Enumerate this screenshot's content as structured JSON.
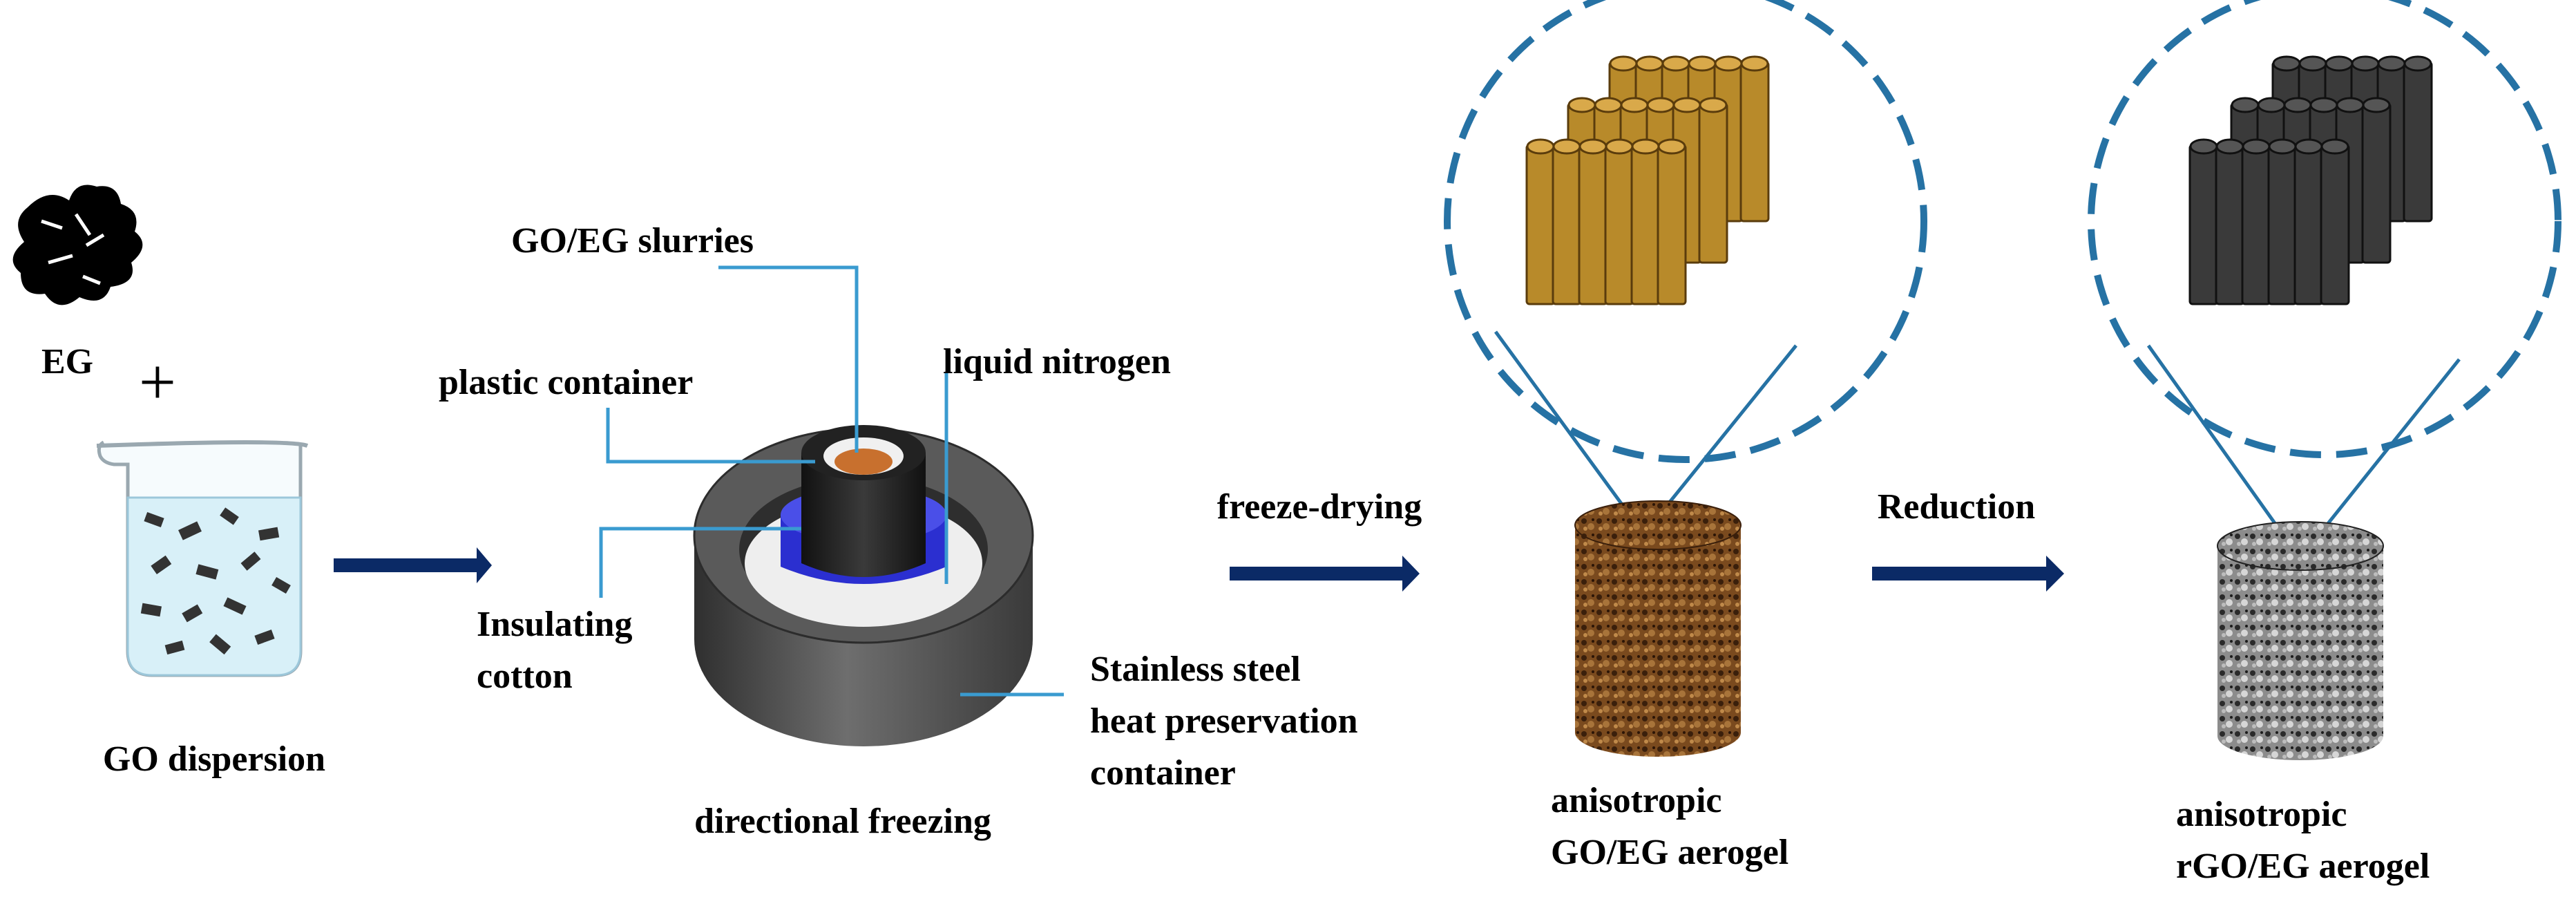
{
  "labels": {
    "eg": "EG",
    "plus": "+",
    "go_dispersion": "GO dispersion",
    "go_eg_slurries": "GO/EG slurries",
    "plastic_container": "plastic container",
    "liquid_nitrogen": "liquid nitrogen",
    "insulating_line1": "Insulating",
    "insulating_line2": "cotton",
    "steel_line1": "Stainless steel",
    "steel_line2": "heat preservation",
    "steel_line3": "container",
    "directional_freezing": "directional freezing",
    "freeze_drying": "freeze-drying",
    "reduction": "Reduction",
    "go_aerogel_line1": "anisotropic",
    "go_aerogel_line2": "GO/EG aerogel",
    "rgo_aerogel_line1": "anisotropic",
    "rgo_aerogel_line2": "rGO/EG aerogel"
  },
  "colors": {
    "arrow": "#0b2a66",
    "leader_line": "#3a9bd0",
    "dashed_circle": "#2672a4",
    "go_tubes": "#b88a2a",
    "rgo_tubes": "#333333",
    "go_aerogel": "#6b3d17",
    "rgo_aerogel": "#8a8a8a",
    "steel": "#4d4d4d",
    "insulating_cotton": "#2b2fd0",
    "water": "#d8f0f8"
  },
  "icons": {
    "eg_flakes": "expanded-graphite-icon",
    "beaker": "beaker-icon",
    "freezer": "freezing-apparatus-icon"
  }
}
